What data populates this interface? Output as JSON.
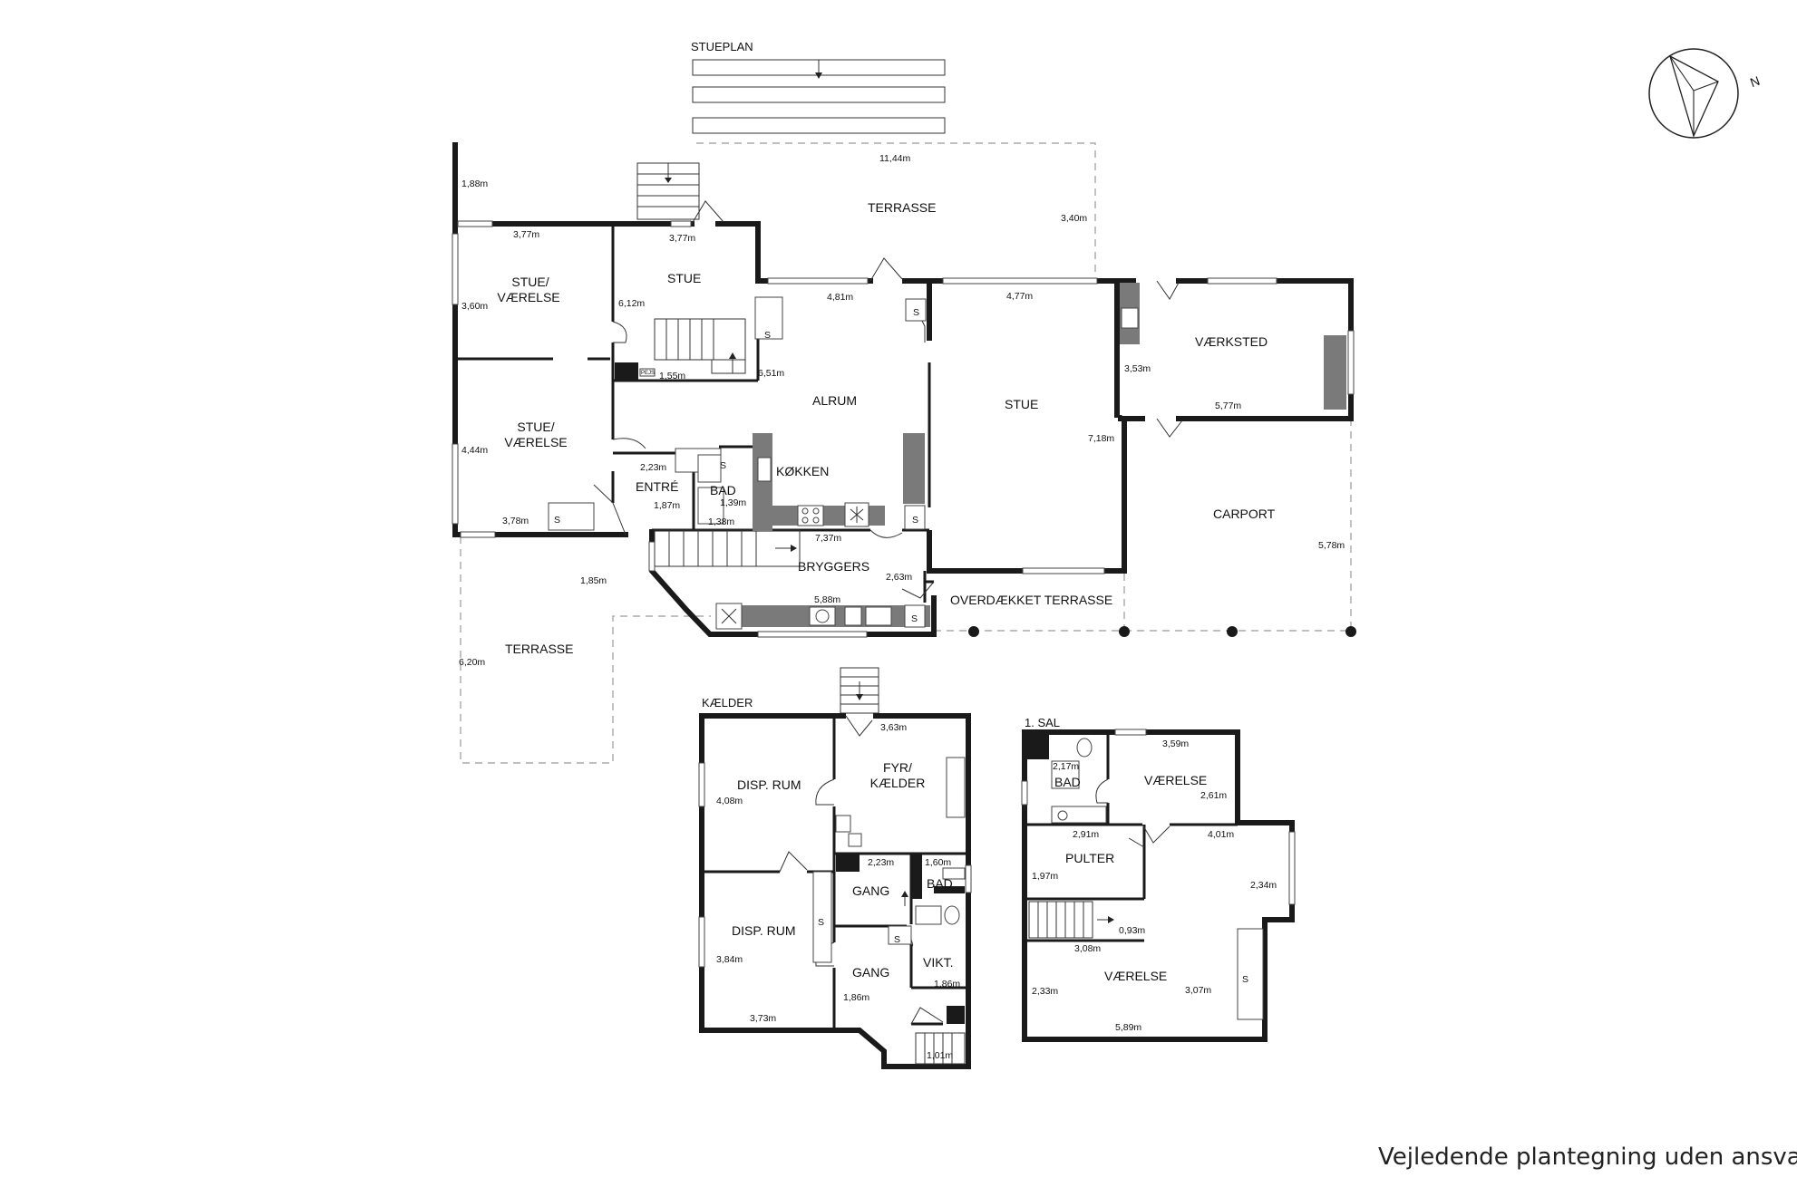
{
  "floors": {
    "ground": "STUEPLAN",
    "basement": "KÆLDER",
    "first": "1. SAL"
  },
  "compass": {
    "label": "N"
  },
  "ground_rooms": {
    "terrasse_top": "TERRASSE",
    "stue_vaerelse_top": "STUE/\nVÆRELSE",
    "stue_small": "STUE",
    "alrum": "ALRUM",
    "stue_big": "STUE",
    "vaerksted": "VÆRKSTED",
    "stue_vaerelse_bottom": "STUE/\nVÆRELSE",
    "kokken": "KØKKEN",
    "entre": "ENTRÉ",
    "bad": "BAD",
    "bryggers": "BRYGGERS",
    "carport": "CARPORT",
    "overdaekket": "OVERDÆKKET TERRASSE",
    "terrasse_bottom": "TERRASSE",
    "pejs": "PEJS"
  },
  "ground_dims": {
    "d_1_88": "1,88m",
    "d_11_44": "11,44m",
    "d_3_40": "3,40m",
    "d_3_77a": "3,77m",
    "d_3_77b": "3,77m",
    "d_3_60": "3,60m",
    "d_6_12": "6,12m",
    "d_4_81": "4,81m",
    "d_4_77": "4,77m",
    "d_3_53": "3,53m",
    "d_5_77": "5,77m",
    "d_1_55": "1,55m",
    "d_6_51": "6,51m",
    "d_7_18": "7,18m",
    "d_4_44": "4,44m",
    "d_2_23": "2,23m",
    "d_1_87": "1,87m",
    "d_1_39": "1,39m",
    "d_1_38": "1,38m",
    "d_3_78": "3,78m",
    "d_7_37": "7,37m",
    "d_2_63": "2,63m",
    "d_5_78": "5,78m",
    "d_1_85": "1,85m",
    "d_5_88": "5,88m",
    "d_6_20": "6,20m"
  },
  "basement_rooms": {
    "disp1": "DISP. RUM",
    "fyr": "FYR/\nKÆLDER",
    "gang1": "GANG",
    "bad": "BAD",
    "disp2": "DISP. RUM",
    "gang2": "GANG",
    "vikt": "VIKT."
  },
  "basement_dims": {
    "d_3_63": "3,63m",
    "d_4_08": "4,08m",
    "d_2_23": "2,23m",
    "d_1_60": "1,60m",
    "d_3_84": "3,84m",
    "d_1_86a": "1,86m",
    "d_1_86b": "1,86m",
    "d_3_73": "3,73m",
    "d_1_01": "1,01m"
  },
  "first_rooms": {
    "bad": "BAD",
    "vaerelse1": "VÆRELSE",
    "pulter": "PULTER",
    "vaerelse2": "VÆRELSE"
  },
  "first_dims": {
    "d_2_17": "2,17m",
    "d_3_59": "3,59m",
    "d_2_61": "2,61m",
    "d_2_91": "2,91m",
    "d_4_01": "4,01m",
    "d_1_97": "1,97m",
    "d_2_34": "2,34m",
    "d_0_93": "0,93m",
    "d_3_08": "3,08m",
    "d_2_33": "2,33m",
    "d_3_07": "3,07m",
    "d_5_89": "5,89m"
  },
  "fixtures": {
    "s": "S"
  },
  "note": "Vejledende plantegning uden ansvar"
}
